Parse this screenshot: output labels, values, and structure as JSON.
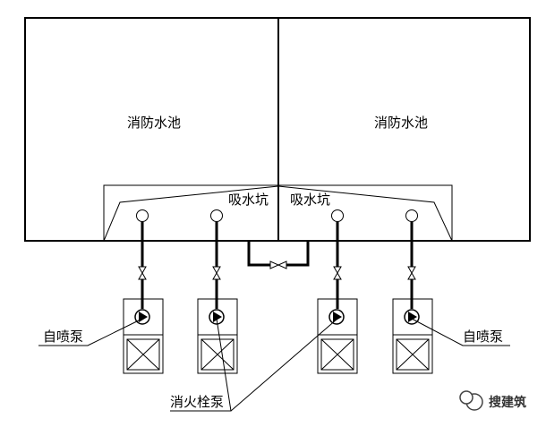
{
  "labels": {
    "pool_left": "消防水池",
    "pool_right": "消防水池",
    "sump_left": "吸水坑",
    "sump_right": "吸水坑",
    "sprinkler_pump_left": "自喷泵",
    "sprinkler_pump_right": "自喷泵",
    "hydrant_pump": "消火栓泵",
    "watermark": "搜建筑"
  }
}
